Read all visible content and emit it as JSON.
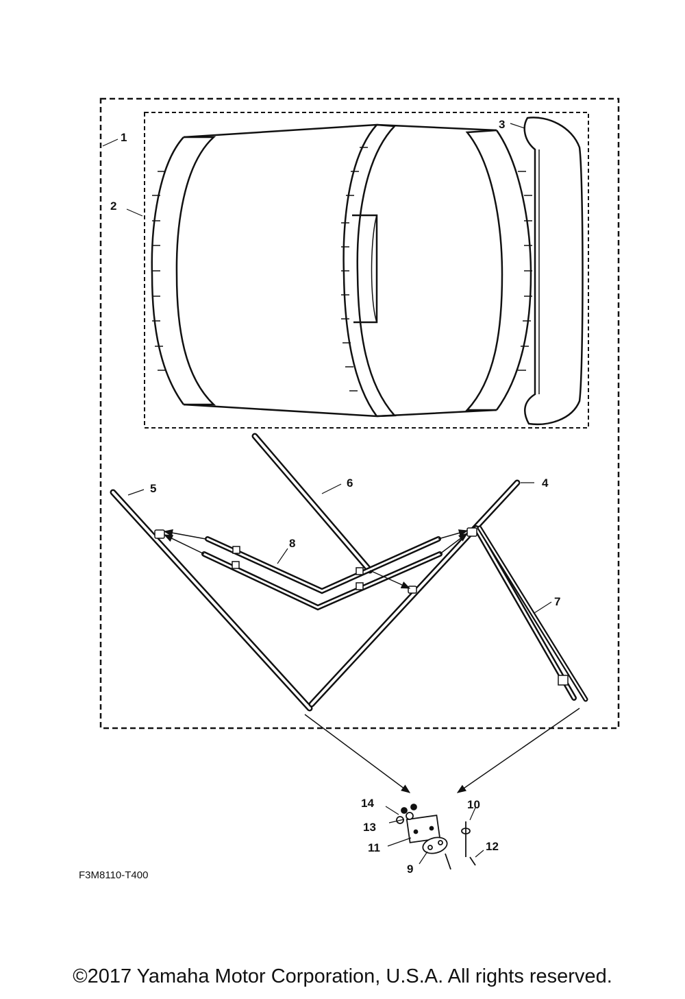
{
  "figure": {
    "code": "F3M8110-T400",
    "copyright": "©2017 Yamaha Motor Corporation, U.S.A. All rights reserved."
  },
  "callouts": {
    "c1": "1",
    "c2": "2",
    "c3": "3",
    "c4": "4",
    "c5": "5",
    "c6": "6",
    "c7": "7",
    "c8": "8",
    "c9": "9",
    "c10": "10",
    "c11": "11",
    "c12": "12",
    "c13": "13",
    "c14": "14"
  }
}
